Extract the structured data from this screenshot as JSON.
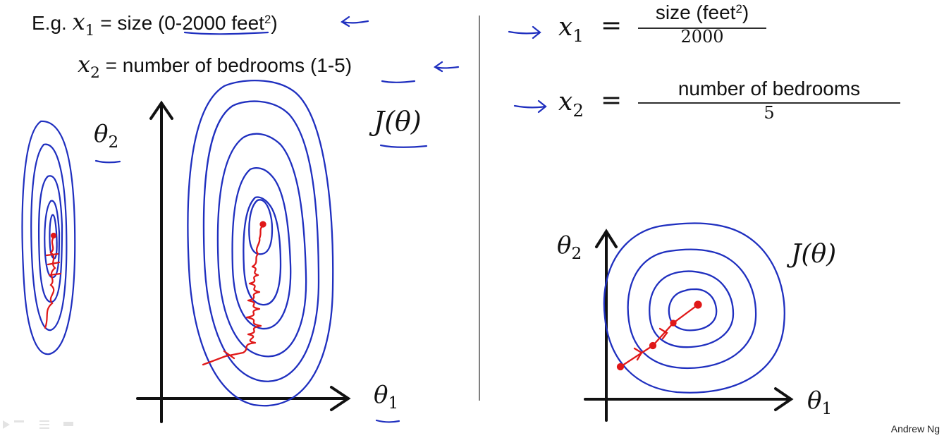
{
  "left": {
    "eg": "E.g.",
    "x1_var": "x",
    "x1_sub": "1",
    "x1_text": "= size (0-2000 feet",
    "x1_sup": "2",
    "x1_close": ")",
    "x2_var": "x",
    "x2_sub": "2",
    "x2_text": "= number of bedrooms (1-5)",
    "theta2_var": "θ",
    "theta2_sub": "2",
    "theta1_var": "θ",
    "theta1_sub": "1",
    "j_label": "J(θ)"
  },
  "right": {
    "x1_var": "x",
    "x1_sub": "1",
    "eq": "=",
    "x1_num": "size (feet",
    "x1_num_sup": "2",
    "x1_num_close": ")",
    "x1_den": "2000",
    "x2_var": "x",
    "x2_sub": "2",
    "x2_num": "number of bedrooms",
    "x2_den": "5",
    "theta2_var": "θ",
    "theta2_sub": "2",
    "theta1_var": "θ",
    "theta1_sub": "1",
    "j_label": "J(θ)"
  },
  "credit": "Andrew Ng",
  "colors": {
    "ink": "#111111",
    "contour": "#1f2fbf",
    "path": "#e01818",
    "divider": "#555555"
  }
}
